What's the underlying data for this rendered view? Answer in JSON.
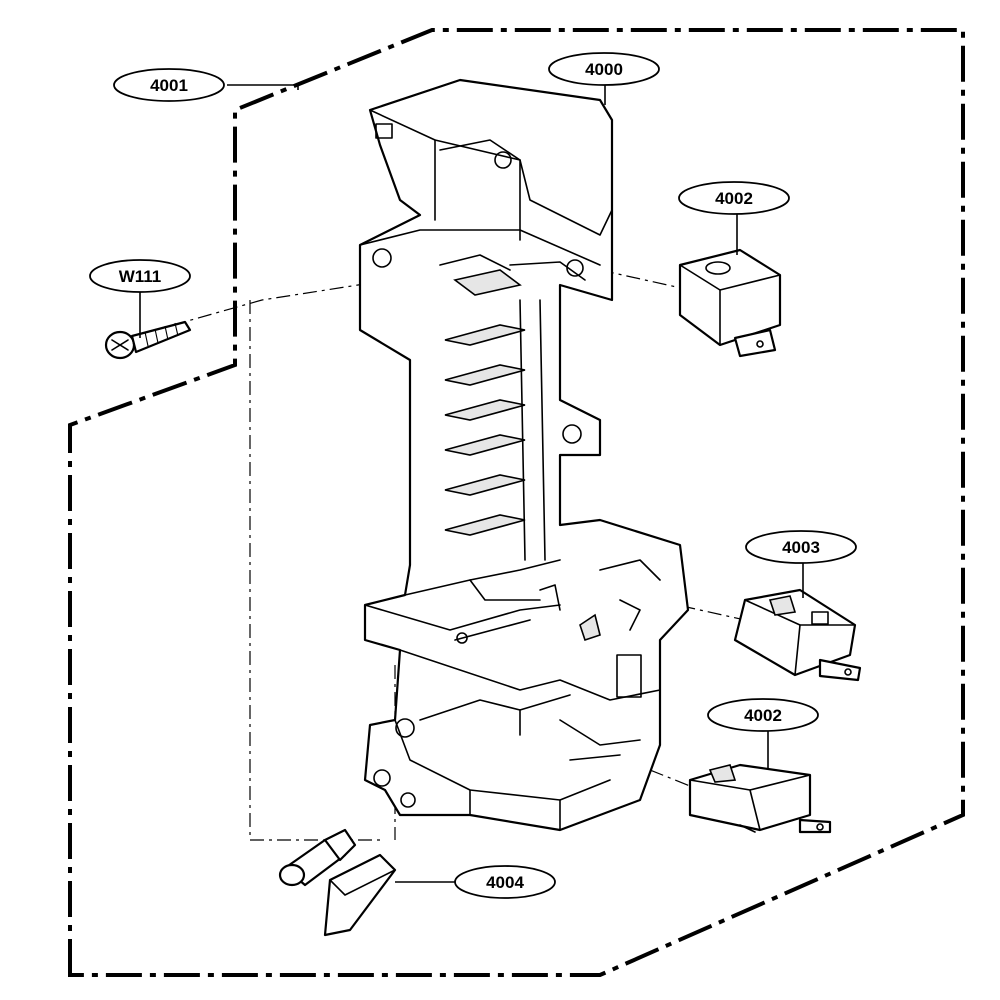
{
  "diagram": {
    "callouts": {
      "frame": "4001",
      "bracket": "4000",
      "switch_top": "4002",
      "screw": "W111",
      "switch_middle": "4003",
      "switch_bottom": "4002",
      "lever": "4004"
    }
  }
}
